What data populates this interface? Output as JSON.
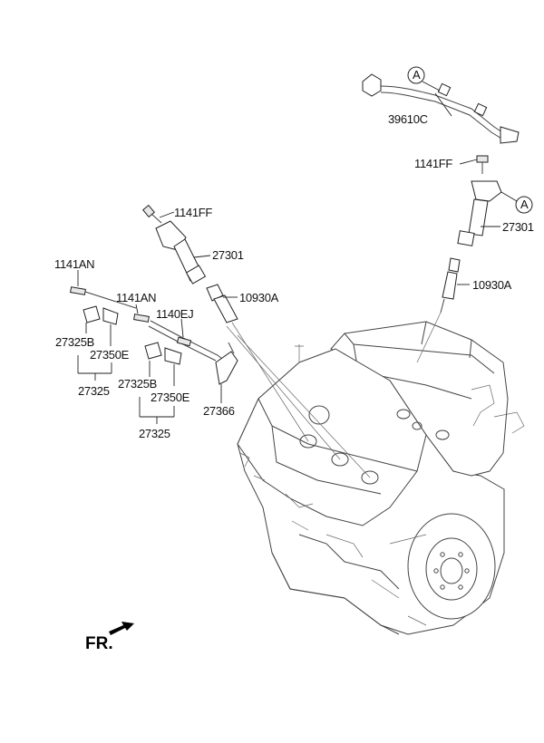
{
  "labels": {
    "harness": "39610C",
    "ref_a_top": "A",
    "ref_a_coil": "A",
    "bolt_right": "1141FF",
    "coil_right": "27301",
    "plug_right": "10930A",
    "bolt_left": "1141FF",
    "coil_left": "27301",
    "plug_left": "10930A",
    "bolt_an_1": "1141AN",
    "bolt_an_2": "1141AN",
    "bolt_ej": "1140EJ",
    "cond_1": "27325B",
    "bracket_1": "27350E",
    "assy_1": "27325",
    "cond_2": "27325B",
    "bracket_2": "27350E",
    "assy_2": "27325",
    "bracket_27366": "27366",
    "front": "FR."
  }
}
